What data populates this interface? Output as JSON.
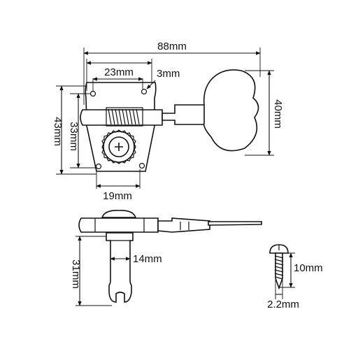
{
  "dimensions": {
    "overall_length": "88mm",
    "hole_spacing_top": "23mm",
    "hole_diameter": "3mm",
    "plate_height": "43mm",
    "hole_spacing_vertical": "33mm",
    "key_height": "40mm",
    "hole_spacing_bottom": "19mm",
    "post_height": "31mm",
    "post_diameter": "14mm",
    "screw_length": "10mm",
    "screw_diameter": "2.2mm"
  },
  "colors": {
    "ink": "#111111",
    "background": "#ffffff"
  }
}
